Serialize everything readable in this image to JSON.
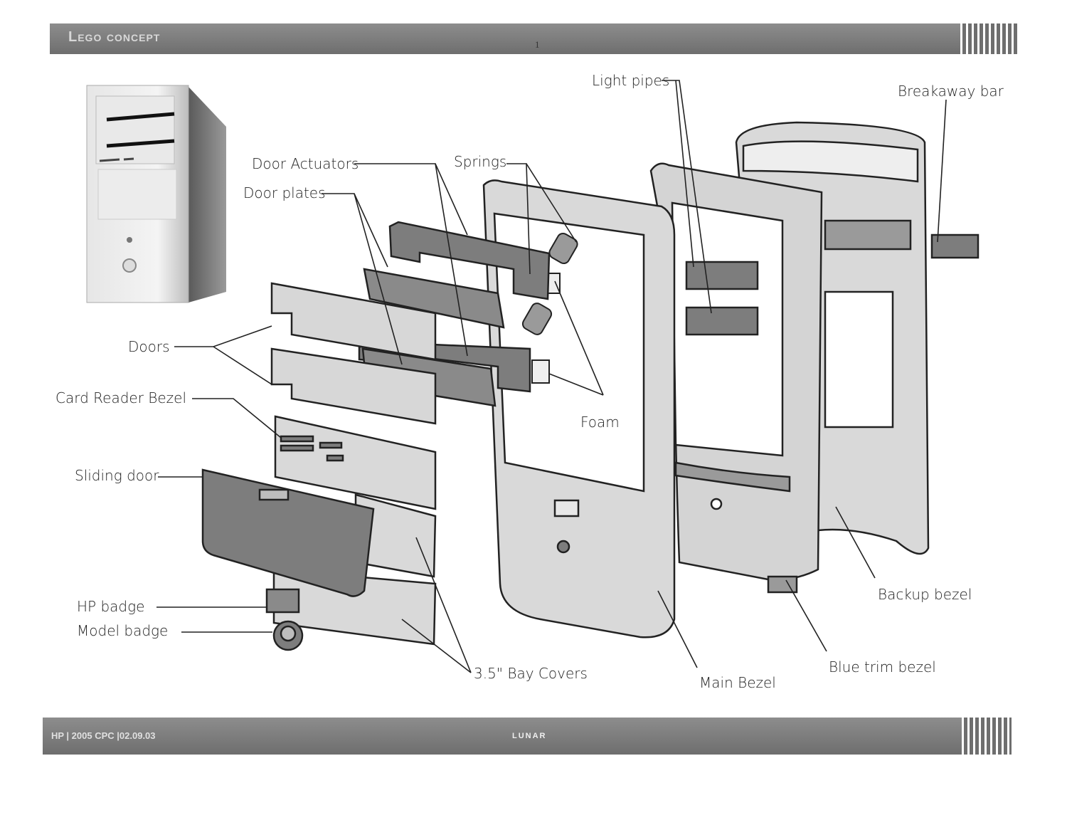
{
  "header": {
    "title": "Lego concept",
    "page_number": "1"
  },
  "footer": {
    "meta": "HP | 2005 CPC |02.09.03",
    "logo": "LUNAR"
  },
  "labels": {
    "light_pipes": "Light pipes",
    "breakaway_bar": "Breakaway bar",
    "door_actuators": "Door Actuators",
    "springs": "Springs",
    "door_plates": "Door plates",
    "doors": "Doors",
    "card_reader_bezel": "Card Reader Bezel",
    "foam": "Foam",
    "sliding_door": "Sliding door",
    "hp_badge": "HP badge",
    "model_badge": "Model badge",
    "bay_covers": "3.5\" Bay Covers",
    "main_bezel": "Main Bezel",
    "blue_trim_bezel": "Blue trim bezel",
    "backup_bezel": "Backup bezel"
  },
  "colors": {
    "bar": "#7a7a7a",
    "part_light": "#d9d9d9",
    "part_dark": "#7d7d7d",
    "outline": "#222222"
  }
}
